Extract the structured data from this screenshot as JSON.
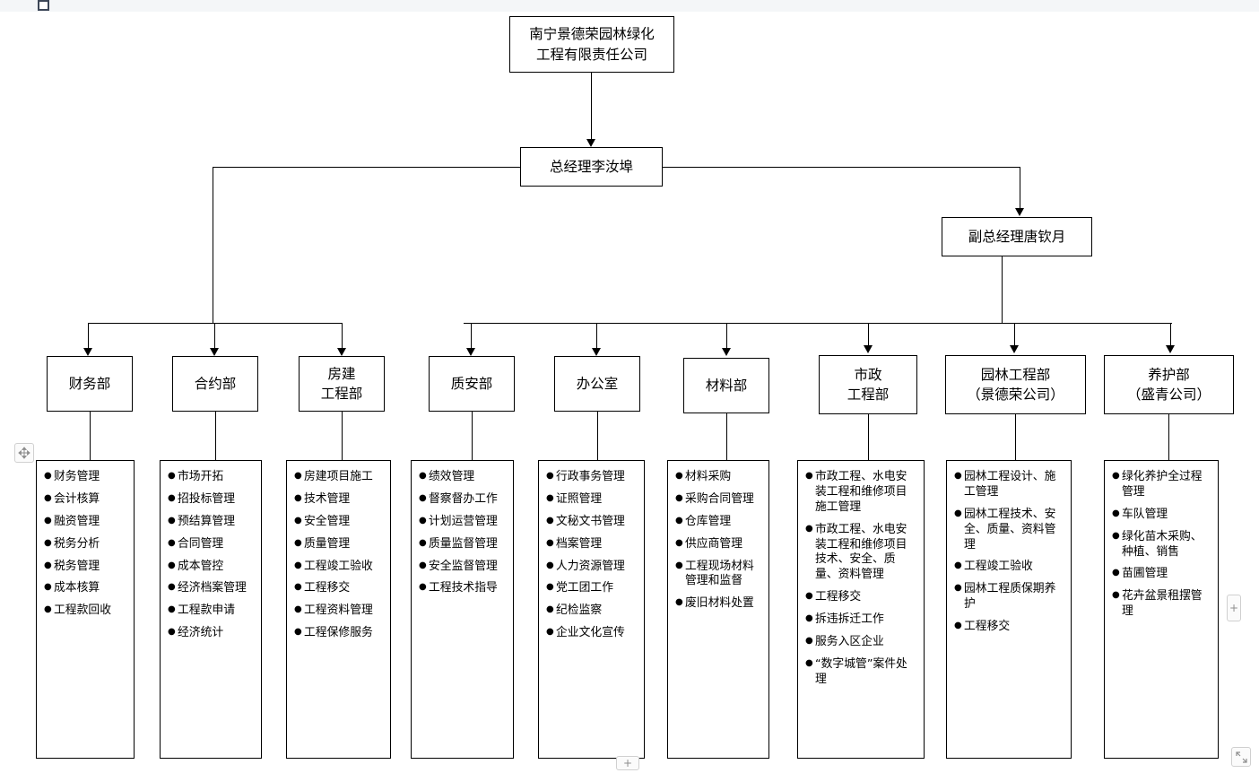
{
  "chrome": {
    "top_handle": "selection-handle",
    "move_handle_icon": "move-icon",
    "add_below_label": "+",
    "add_right_label": "+",
    "resize_handle_icon": "resize-icon"
  },
  "chart_data": {
    "type": "diagram",
    "title": "南宁景德荣园林绿化工程有限责任公司组织架构图",
    "orientation": "top-down"
  },
  "org": {
    "company": {
      "lines": [
        "南宁景德荣园林绿化",
        "工程有限责任公司"
      ]
    },
    "general_manager": {
      "lines": [
        "总经理李汝埠"
      ]
    },
    "deputy_manager": {
      "lines": [
        "副总经理唐钦月"
      ]
    },
    "departments": [
      {
        "id": "finance",
        "title_lines": [
          "财务部"
        ],
        "duties": [
          "财务管理",
          "会计核算",
          "融资管理",
          "税务分析",
          "税务管理",
          "成本核算",
          "工程款回收"
        ]
      },
      {
        "id": "contract",
        "title_lines": [
          "合约部"
        ],
        "duties": [
          "市场开拓",
          "招投标管理",
          "预结算管理",
          "合同管理",
          "成本管控",
          "经济档案管理",
          "工程款申请",
          "经济统计"
        ]
      },
      {
        "id": "building-engineering",
        "title_lines": [
          "房建",
          "工程部"
        ],
        "duties": [
          "房建项目施工",
          "技术管理",
          "安全管理",
          "质量管理",
          "工程竣工验收",
          "工程移交",
          "工程资料管理",
          "工程保修服务"
        ]
      },
      {
        "id": "quality-safety",
        "title_lines": [
          "质安部"
        ],
        "duties": [
          "绩效管理",
          "督察督办工作",
          "计划运营管理",
          "质量监督管理",
          "安全监督管理",
          "工程技术指导"
        ]
      },
      {
        "id": "office",
        "title_lines": [
          "办公室"
        ],
        "duties": [
          "行政事务管理",
          "证照管理",
          "文秘文书管理",
          "档案管理",
          "人力资源管理",
          "党工团工作",
          "纪检监察",
          "企业文化宣传"
        ]
      },
      {
        "id": "materials",
        "title_lines": [
          "材料部"
        ],
        "duties": [
          "材料采购",
          "采购合同管理",
          "仓库管理",
          "供应商管理",
          "工程现场材料管理和监督",
          "废旧材料处置"
        ]
      },
      {
        "id": "municipal-engineering",
        "title_lines": [
          "市政",
          "工程部"
        ],
        "duties": [
          "市政工程、水电安装工程和维修项目施工管理",
          "市政工程、水电安装工程和维修项目技术、安全、质量、资料管理",
          "工程移交",
          "拆违拆迁工作",
          "服务入区企业",
          "“数字城管”案件处理"
        ]
      },
      {
        "id": "landscape-engineering",
        "title_lines": [
          "园林工程部",
          "（景德荣公司）"
        ],
        "duties": [
          "园林工程设计、施工管理",
          "园林工程技术、安全、质量、资料管理",
          "工程竣工验收",
          "园林工程质保期养护",
          "工程移交"
        ]
      },
      {
        "id": "maintenance",
        "title_lines": [
          "养护部",
          "（盛青公司）"
        ],
        "duties": [
          "绿化养护全过程管理",
          "车队管理",
          "绿化苗木采购、种植、销售",
          "苗圃管理",
          "花卉盆景租摆管理"
        ]
      }
    ]
  }
}
